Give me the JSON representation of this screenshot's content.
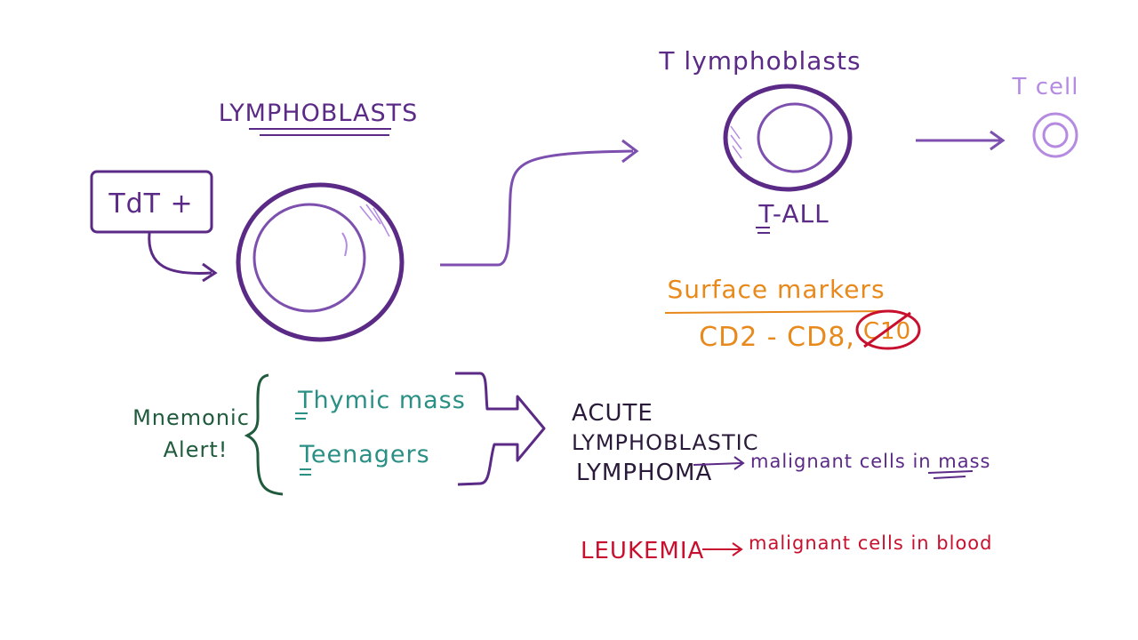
{
  "colors": {
    "purple_dark": "#5b2a86",
    "purple_mid": "#7d4fae",
    "purple_light": "#b48be0",
    "teal": "#2a8f84",
    "green": "#1f5b3c",
    "orange": "#e8891c",
    "red": "#c8102e",
    "black": "#2a1a3a"
  },
  "lymphoblasts": {
    "title": "LYMPHOBLASTS",
    "tdt_label": "TdT +"
  },
  "t_lymphoblasts": {
    "title": "T lymphoblasts",
    "t_all": "T-ALL"
  },
  "t_cell": {
    "title": "T cell"
  },
  "surface_markers": {
    "title": "Surface markers",
    "markers": "CD2 - CD8,",
    "crossed": "C10"
  },
  "mnemonic": {
    "label_line1": "Mnemonic",
    "label_line2": "Alert!",
    "item1": "Thymic mass",
    "item2": "Teenagers"
  },
  "lymphoma": {
    "line1": "ACUTE",
    "line2": "LYMPHOBLASTIC",
    "line3": "LYMPHOMA",
    "note": "malignant cells in mass"
  },
  "leukemia": {
    "label": "LEUKEMIA",
    "note": "malignant cells in blood"
  }
}
